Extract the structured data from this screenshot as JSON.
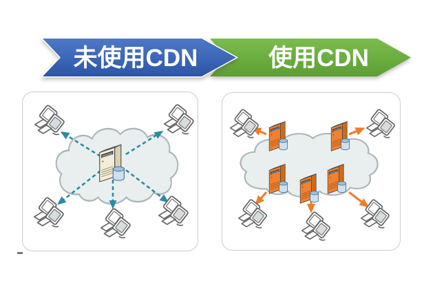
{
  "banners": [
    {
      "id": "without-cdn",
      "label": "未使用CDN"
    },
    {
      "id": "with-cdn",
      "label": "使用CDN"
    }
  ],
  "colors": {
    "blueTop": "#4d78c8",
    "blueBottom": "#2d55a5",
    "greenTop": "#7abd4d",
    "greenBottom": "#5c9e33",
    "teal": "#2b8ba6",
    "orange": "#f07d28",
    "panelBorder": "#cccccc",
    "panelBg": "#ffffff",
    "cloudFill": "#e9efef",
    "cloudStroke": "#a9b5b7",
    "beigeFront": "#f3edd8",
    "beigeSide": "#d9cfb2",
    "beigeTop": "#faf6e8",
    "orangeFront": "#f08130",
    "orangeSide": "#d26a16",
    "orangeTop": "#f6a55f",
    "cylBody": "#cde0f2",
    "cylTop": "#9ec2e2",
    "cylStroke": "#46718f",
    "iconStroke": "#666666",
    "serverStroke": "#4d4d4d"
  },
  "panels": [
    {
      "id": "without-cdn-diagram",
      "description": "Single origin server inside internet cloud serving five clients directly",
      "origin_server_count": 1,
      "cdn_server_count": 0,
      "client_count": 5,
      "arrow_style": "dashed"
    },
    {
      "id": "with-cdn-diagram",
      "description": "Five CDN edge servers at cloud edge each serving a nearby client",
      "origin_server_count": 0,
      "cdn_server_count": 5,
      "client_count": 5,
      "arrow_style": "solid"
    }
  ]
}
